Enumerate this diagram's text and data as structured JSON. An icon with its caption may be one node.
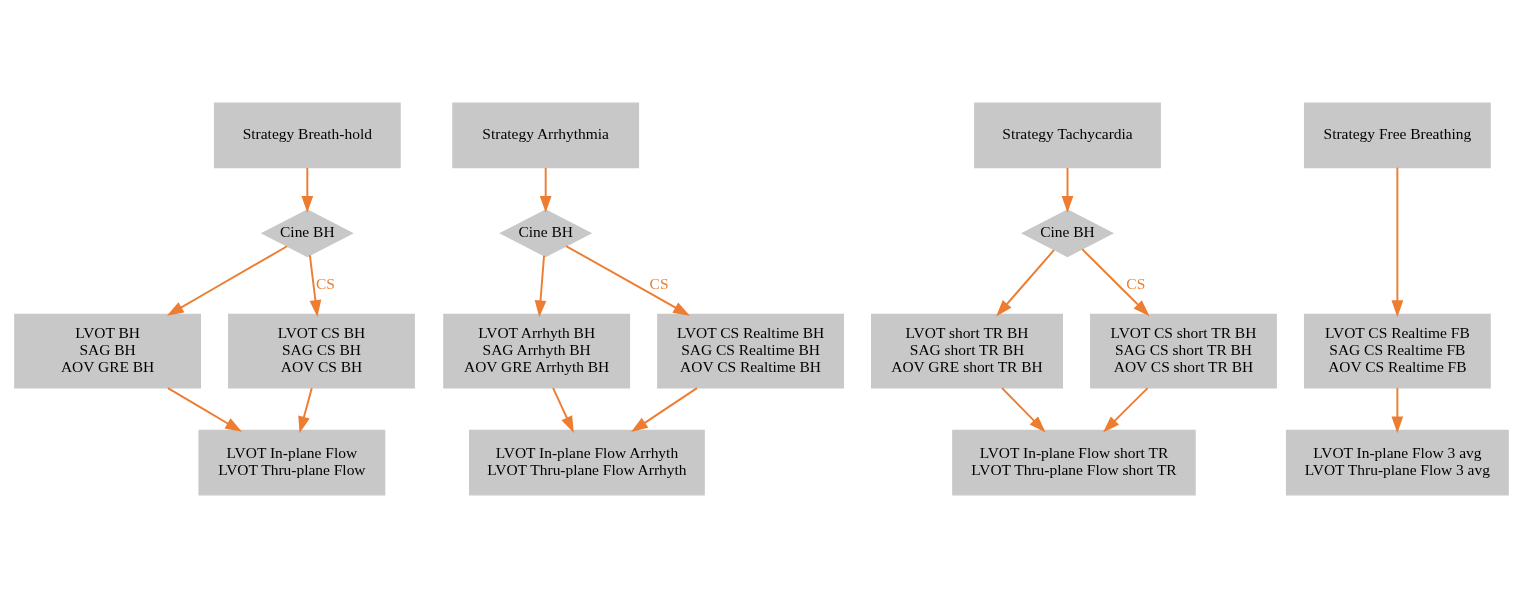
{
  "diagram": {
    "nodes": [
      {
        "text": [
          "Strategy Breath-hold"
        ]
      },
      {
        "text": [
          "Cine BH"
        ]
      },
      {
        "text": [
          "LVOT BH",
          "SAG BH",
          "AOV GRE BH"
        ]
      },
      {
        "text": [
          "LVOT CS BH",
          "SAG CS BH",
          "AOV CS BH"
        ]
      },
      {
        "text": [
          "LVOT In-plane Flow",
          "LVOT Thru-plane Flow"
        ]
      },
      {
        "text": [
          "Strategy Arrhythmia"
        ]
      },
      {
        "text": [
          "Cine BH"
        ]
      },
      {
        "text": [
          "LVOT Arrhyth BH",
          "SAG Arrhyth BH",
          "AOV GRE Arrhyth BH"
        ]
      },
      {
        "text": [
          "LVOT CS Realtime BH",
          "SAG CS Realtime BH",
          "AOV CS Realtime BH"
        ]
      },
      {
        "text": [
          "LVOT In-plane Flow Arrhyth",
          "LVOT Thru-plane Flow Arrhyth"
        ]
      },
      {
        "text": [
          "Strategy Tachycardia"
        ]
      },
      {
        "text": [
          "Cine BH"
        ]
      },
      {
        "text": [
          "LVOT short TR BH",
          "SAG short TR BH",
          "AOV GRE short TR BH"
        ]
      },
      {
        "text": [
          "LVOT CS short TR BH",
          "SAG CS short TR BH",
          "AOV CS short TR BH"
        ]
      },
      {
        "text": [
          "LVOT In-plane Flow short TR",
          "LVOT Thru-plane Flow short TR"
        ]
      },
      {
        "text": [
          "Strategy Free Breathing"
        ]
      },
      {
        "text": [
          "LVOT CS Realtime FB",
          "SAG CS Realtime FB",
          "AOV CS Realtime FB"
        ]
      },
      {
        "text": [
          "LVOT In-plane Flow 3 avg",
          "LVOT Thru-plane Flow 3 avg"
        ]
      }
    ],
    "edges": [
      {
        "from": 0,
        "to": 1,
        "arrow": "to"
      },
      {
        "from": 1,
        "to": 2,
        "arrow": "to"
      },
      {
        "from": 1,
        "to": 3,
        "label": "CS",
        "arrow": "to"
      },
      {
        "from": 2,
        "to": 4,
        "arrow": "to"
      },
      {
        "from": 3,
        "to": 4,
        "arrow": "to"
      },
      {
        "from": 5,
        "to": 6,
        "arrow": "to"
      },
      {
        "from": 6,
        "to": 7,
        "arrow": "to"
      },
      {
        "from": 6,
        "to": 8,
        "label": "CS",
        "arrow": "to"
      },
      {
        "from": 7,
        "to": 9,
        "arrow": "to"
      },
      {
        "from": 8,
        "to": 9,
        "arrow": "to"
      },
      {
        "from": 10,
        "to": 11,
        "arrow": "to"
      },
      {
        "from": 11,
        "to": 12,
        "arrow": "to"
      },
      {
        "from": 11,
        "to": 13,
        "label": "CS",
        "arrow": "to"
      },
      {
        "from": 12,
        "to": 14,
        "arrow": "to"
      },
      {
        "from": 13,
        "to": 14,
        "arrow": "to"
      },
      {
        "from": 15,
        "to": 16,
        "arrow": "to"
      },
      {
        "from": 16,
        "to": 17,
        "arrow": "to"
      }
    ]
  }
}
